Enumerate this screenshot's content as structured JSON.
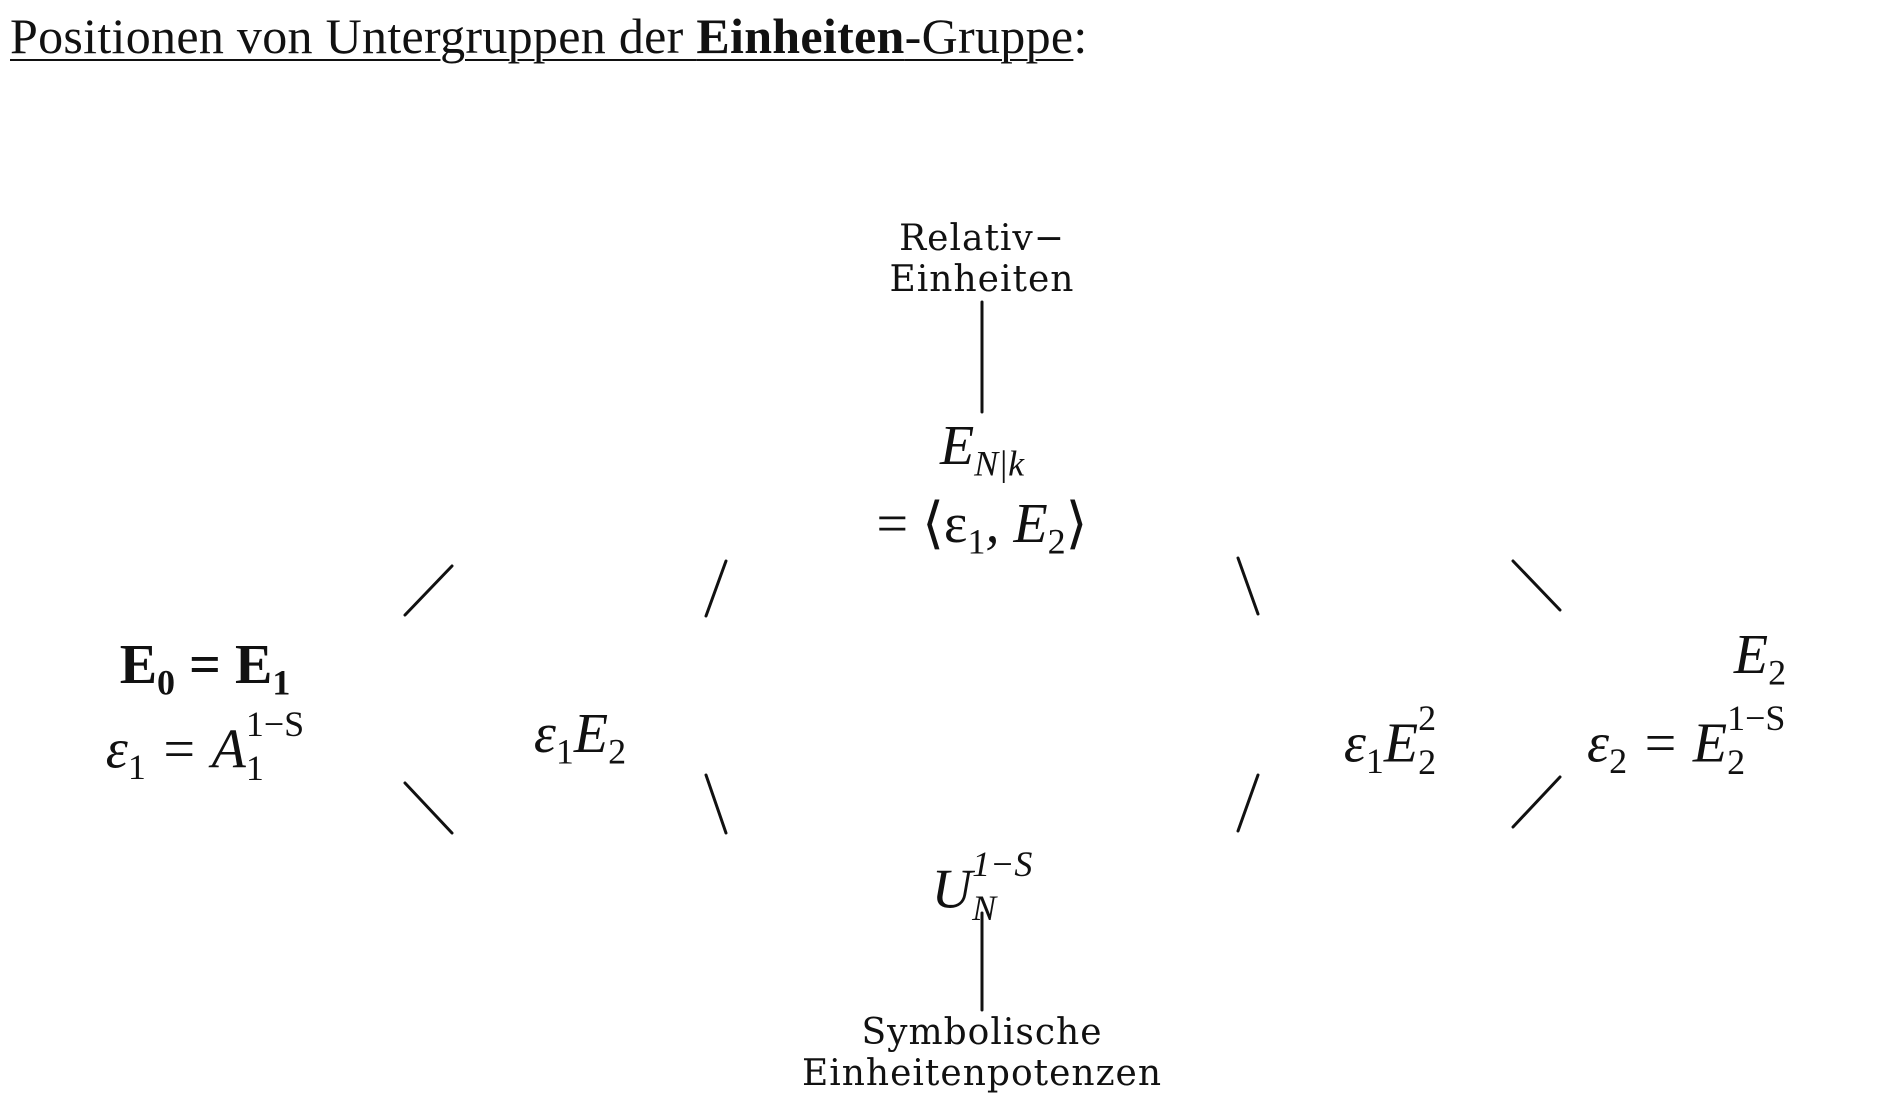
{
  "title": {
    "prefix": "Positionen von Untergruppen der ",
    "bold": "Einheiten",
    "suffix": "-Gruppe",
    "colon": ":"
  },
  "top": {
    "label_line1": "Relativ−",
    "label_line2": "Einheiten",
    "expr_E": "E",
    "expr_E_sub": "N|k",
    "expr_eq": "= ⟨ε",
    "expr_eq_sub1": "1",
    "expr_comma": ", E",
    "expr_eq_sub2": "2",
    "expr_close": "⟩"
  },
  "left": {
    "line1_E": "E",
    "line1_sub0": "0",
    "line1_eq": " = E",
    "line1_sub1": "1",
    "line2_eps": "ε",
    "line2_eps_sub": "1",
    "line2_eq": " = A",
    "line2_sup": "1−S",
    "line2_sub": "1"
  },
  "inner_left": {
    "eps": "ε",
    "eps_sub": "1",
    "E": "E",
    "E_sub": "2"
  },
  "inner_right": {
    "eps": "ε",
    "eps_sub": "1",
    "E": "E",
    "E_sup": "2",
    "E_sub": "2"
  },
  "right": {
    "line1_E": "E",
    "line1_sub": "2",
    "line2_eps": "ε",
    "line2_eps_sub": "2",
    "line2_eq": " = E",
    "line2_sup": "1−S",
    "line2_sub": "2"
  },
  "bottom": {
    "U": "U",
    "U_sup": "1−S",
    "U_sub": "N",
    "label_line1": "Symbolische",
    "label_line2": "Einheitenpotenzen"
  }
}
